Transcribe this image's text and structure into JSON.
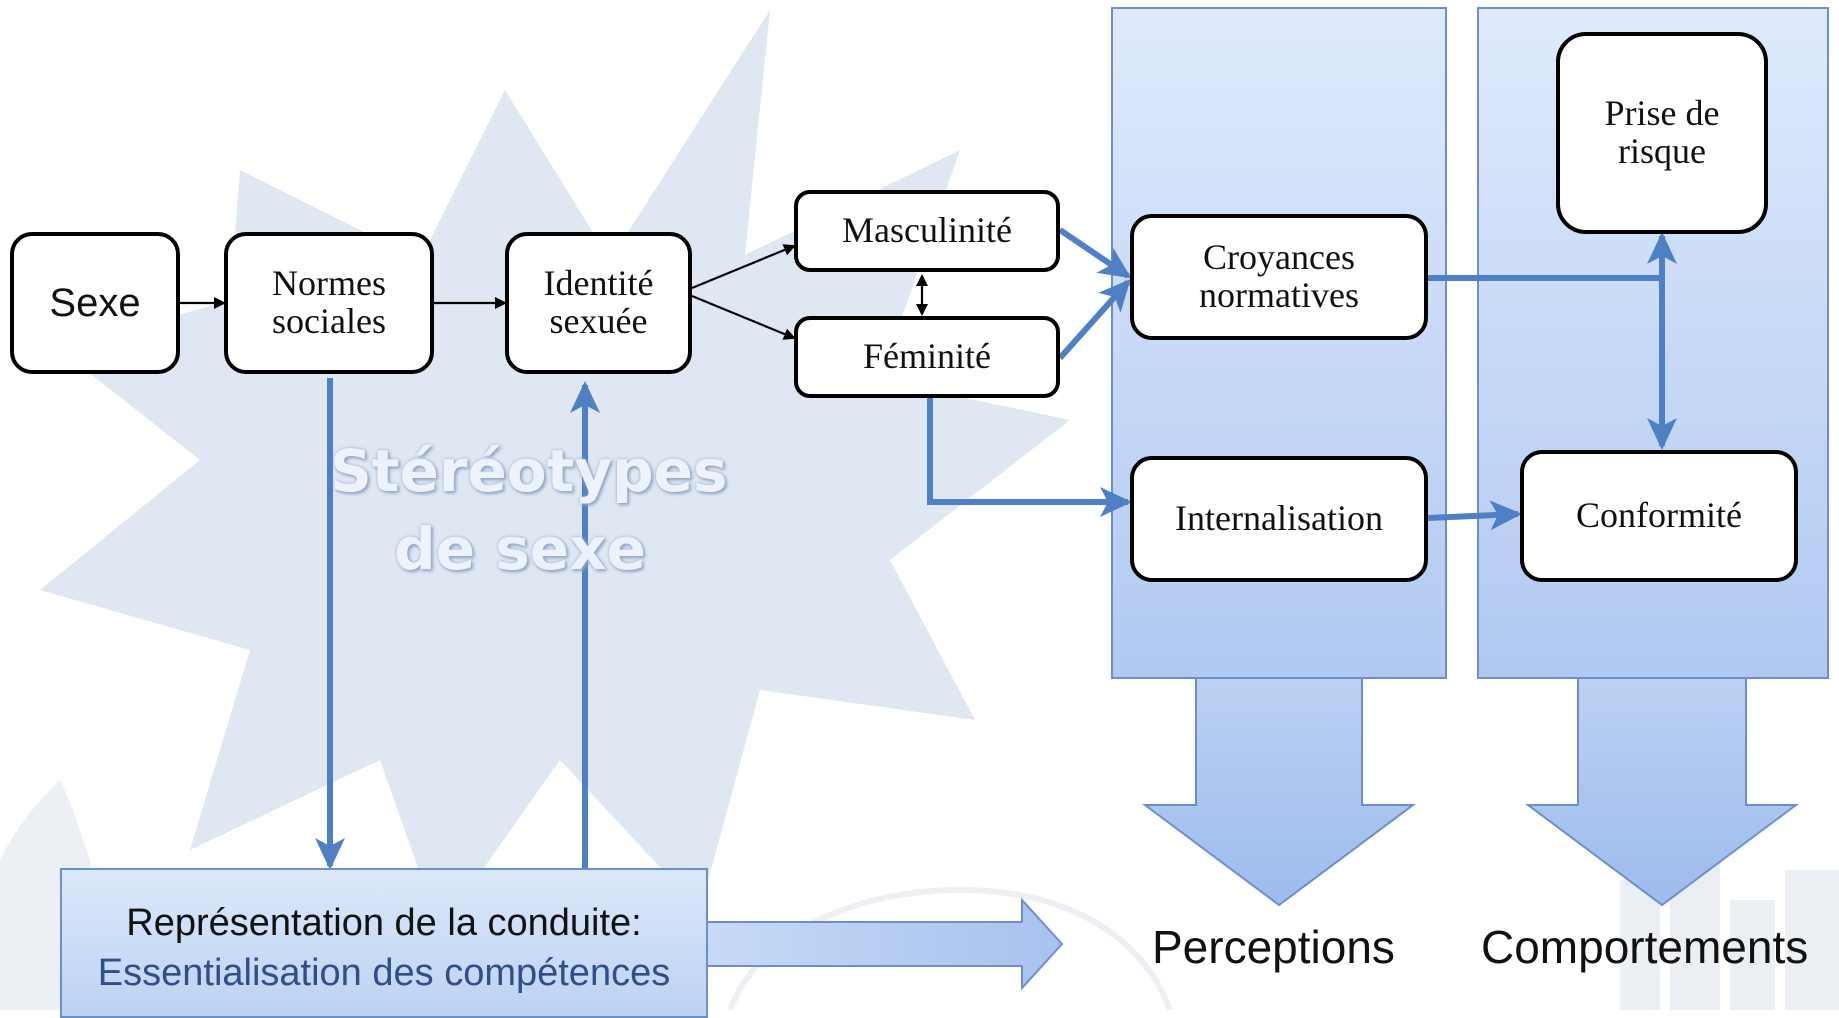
{
  "nodes": {
    "sexe": "Sexe",
    "normes": "Normes\nsociales",
    "identite": "Identité\nsexuée",
    "masculinite": "Masculinité",
    "feminite": "Féminité",
    "croyances": "Croyances\nnormatives",
    "internalisation": "Internalisation",
    "prise_risque": "Prise de\nrisque",
    "conformite": "Conformité"
  },
  "background_label": {
    "line1": "Stéréotypes",
    "line2": "de sexe"
  },
  "representation": {
    "line1": "Représentation de la conduite:",
    "line2": "Essentialisation des compétences"
  },
  "columns": {
    "perceptions": "Perceptions",
    "comportements": "Comportements"
  },
  "colors": {
    "arrow_blue": "#4f7fc4",
    "column_fill_top": "#dce8fb",
    "column_fill_bottom": "#b3cbf1",
    "starburst": "#dfe7f3"
  }
}
